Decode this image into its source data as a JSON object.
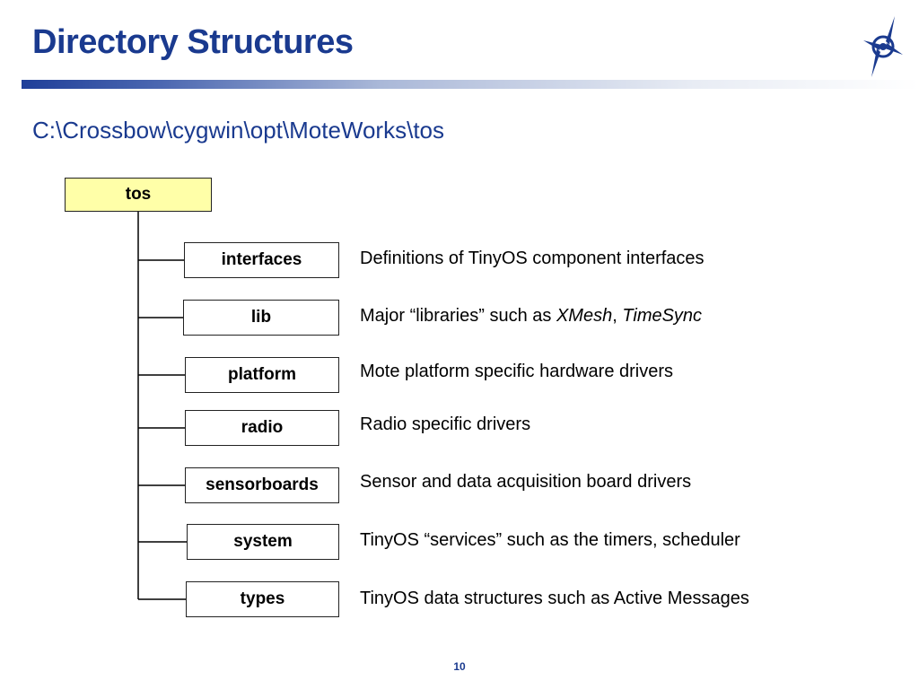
{
  "slide": {
    "title": "Directory Structures",
    "path": "C:\\Crossbow\\cygwin\\opt\\MoteWorks\\tos",
    "page_number": "10"
  },
  "colors": {
    "title": "#1a3a8f",
    "root_fill": "#ffffa8",
    "line": "#000000"
  },
  "logo_icon": "compass-star-icon",
  "tree": {
    "root": "tos",
    "children": [
      {
        "name": "interfaces",
        "desc": [
          {
            "text": "Definitions of TinyOS component interfaces"
          }
        ]
      },
      {
        "name": "lib",
        "desc": [
          {
            "text": "Major “libraries” such as "
          },
          {
            "text": "XMesh",
            "italic": true
          },
          {
            "text": ", "
          },
          {
            "text": "TimeSync",
            "italic": true
          }
        ]
      },
      {
        "name": "platform",
        "desc": [
          {
            "text": "Mote platform specific hardware drivers"
          }
        ]
      },
      {
        "name": "radio",
        "desc": [
          {
            "text": "Radio specific drivers"
          }
        ]
      },
      {
        "name": "sensorboards",
        "desc": [
          {
            "text": "Sensor and data acquisition board drivers"
          }
        ]
      },
      {
        "name": "system",
        "desc": [
          {
            "text": "TinyOS “services” such as the timers, scheduler"
          }
        ]
      },
      {
        "name": "types",
        "desc": [
          {
            "text": "TinyOS data structures such as Active Messages"
          }
        ]
      }
    ]
  }
}
